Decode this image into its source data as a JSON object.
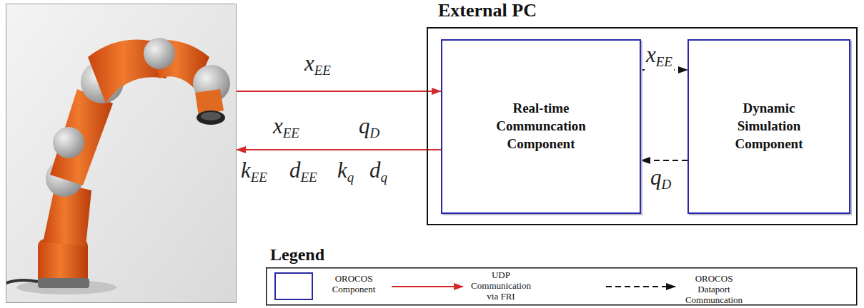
{
  "diagram": {
    "nodes": [
      {
        "text": []
      },
      {
        "text": [
          "External PC"
        ]
      },
      {
        "text": [
          "Real-time Communcation Component"
        ],
        "in": 1
      },
      {
        "text": [
          "Dynamic Simulation Component"
        ],
        "in": 1
      }
    ],
    "edges": [
      {
        "from": 0,
        "to": 2,
        "arrow": "to",
        "label": "xEE"
      },
      {
        "from": 2,
        "to": 0,
        "arrow": "to",
        "label": "xEE"
      },
      {
        "from": 2,
        "to": 3,
        "arrow": "to",
        "label": "xEE"
      },
      {
        "from": 3,
        "to": 2,
        "arrow": "to",
        "label": "qD"
      }
    ],
    "labels": [
      "qD",
      "kEE",
      "dEE",
      "kq",
      "dq",
      "Legend"
    ],
    "legend": [
      {
        "text": "OROCOS Component"
      },
      {
        "text": "UDP Communication via FRI"
      },
      {
        "text": "OROCOS Dataport Communcation"
      }
    ]
  }
}
